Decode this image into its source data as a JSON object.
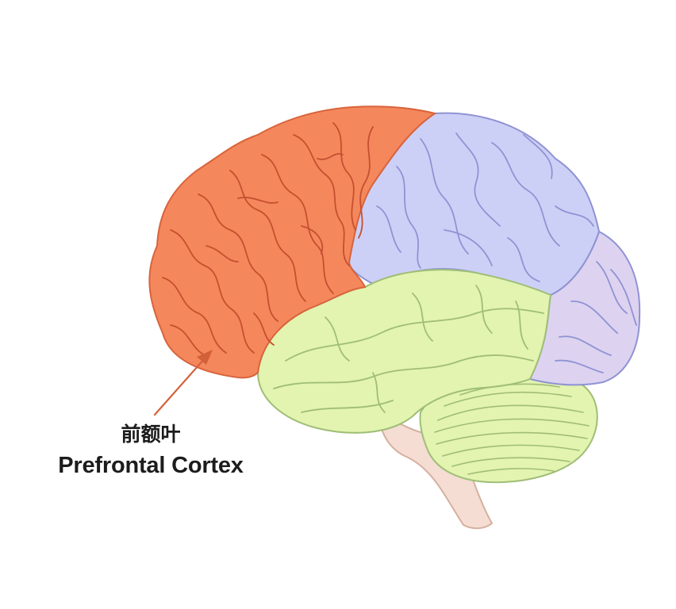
{
  "diagram": {
    "subject": "Human brain, lateral view",
    "highlighted_region": "frontal lobe"
  },
  "annotation": {
    "label_zh": "前额叶",
    "label_en": "Prefrontal Cortex"
  },
  "colors": {
    "frontal_fill": "#f5875c",
    "frontal_stroke": "#d8643c",
    "frontal_sulci": "#c45030",
    "parietal_fill": "#cdd0f6",
    "parietal_stroke": "#8f93d3",
    "occipital_fill": "#ddd3f0",
    "occipital_stroke": "#8f93d3",
    "temporal_fill": "#e3f3b0",
    "temporal_stroke": "#9fbe77",
    "cerebellum_fill": "#e3f3b0",
    "cerebellum_stroke": "#9fbe77",
    "brainstem_fill": "#f5ddd3",
    "brainstem_stroke": "#d4b0a0",
    "arrow": "#d4603a",
    "text": "#1c1c1c"
  }
}
